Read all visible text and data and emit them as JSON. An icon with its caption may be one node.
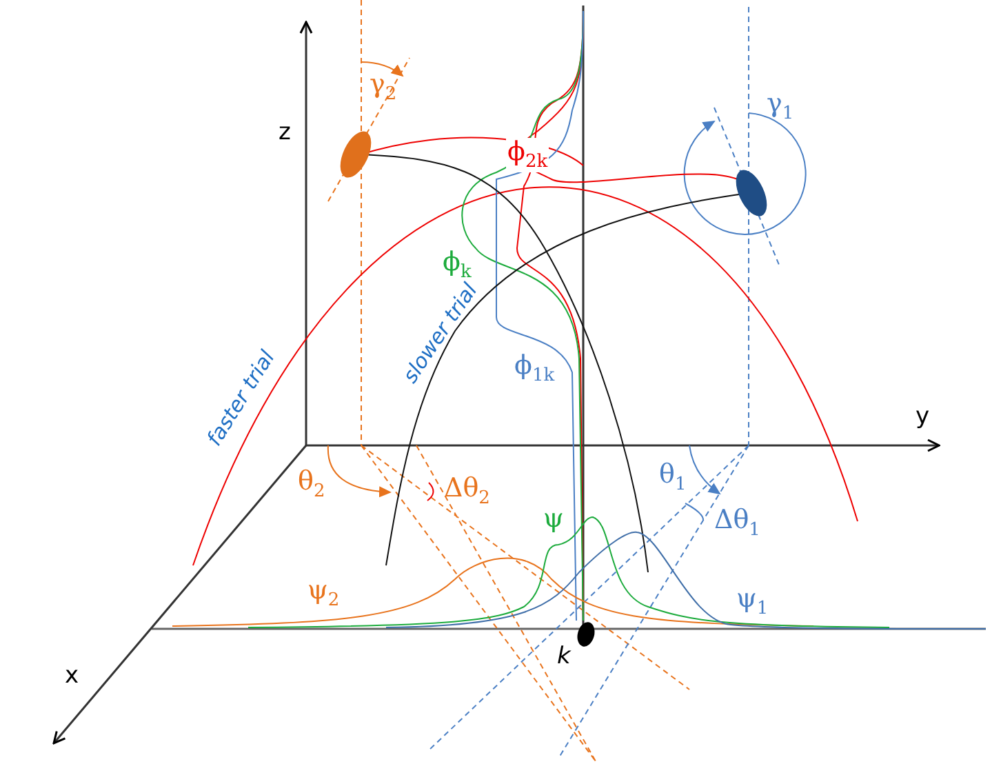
{
  "diagram": {
    "labels": [
      "γ$_{2}$",
      "γ$_{1}$",
      "z",
      "ϕ$_{2k}$",
      "ϕ$_{k}$",
      "ϕ$_{1k}$",
      "faster trial",
      "slower trial",
      "y",
      "θ$_{2}$",
      "Δθ$_{2}$",
      "θ$_{1}$",
      "Δθ$_{1}$",
      "ψ",
      "ψ$_{1}$",
      "ψ$_{2}$",
      "x",
      "k"
    ]
  }
}
